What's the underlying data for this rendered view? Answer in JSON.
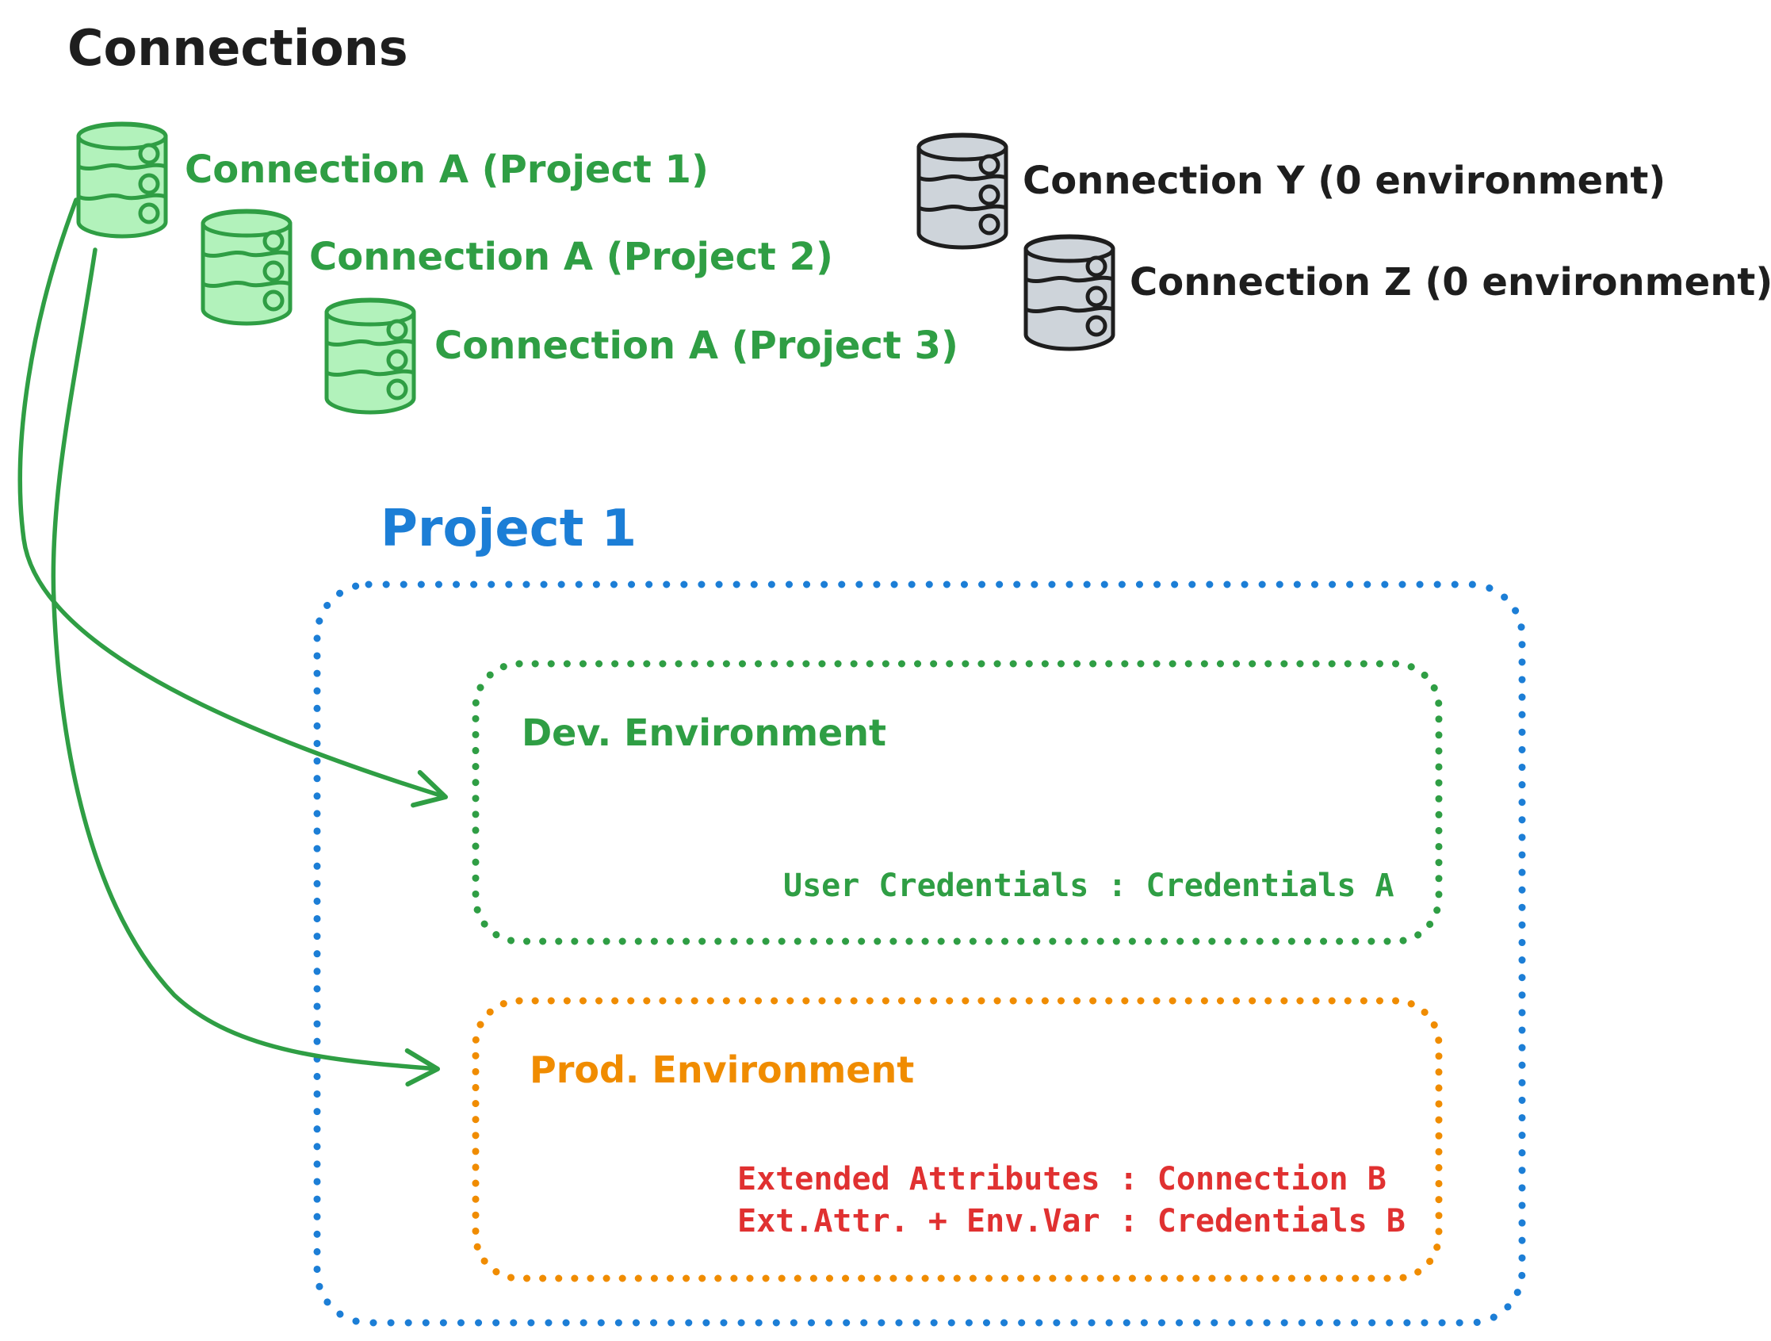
{
  "title": "Connections",
  "green_connections": [
    {
      "label": "Connection A (Project 1)"
    },
    {
      "label": "Connection A (Project 2)"
    },
    {
      "label": "Connection A (Project 3)"
    }
  ],
  "gray_connections": [
    {
      "label": "Connection Y (0 environment)"
    },
    {
      "label": "Connection Z (0 environment)"
    }
  ],
  "project": {
    "title": "Project 1",
    "dev_environment": {
      "title": "Dev. Environment",
      "credential_mapping": "User Credentials : Credentials A"
    },
    "prod_environment": {
      "title": "Prod. Environment",
      "mappings": [
        "Extended Attributes : Connection B",
        "Ext.Attr. + Env.Var : Credentials B"
      ]
    }
  },
  "colors": {
    "ink": "#1e1e1e",
    "green_stroke": "#2f9e44",
    "green_fill": "#b2f2bb",
    "gray_fill": "#ced4da",
    "blue": "#1c7ed6",
    "orange": "#f08c00",
    "yellow_fill": "#ffec99",
    "red": "#e03131"
  }
}
